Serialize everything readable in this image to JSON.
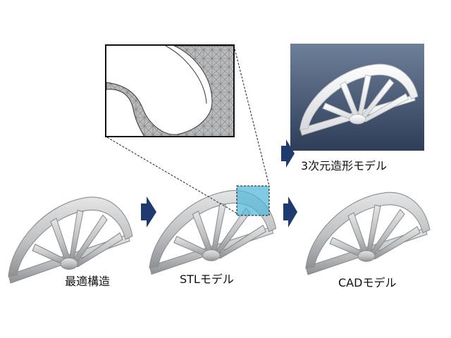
{
  "labels": {
    "optimal": "最適構造",
    "stl": "STLモデル",
    "cad": "CADモデル",
    "print": "3次元造形モデル"
  },
  "colors": {
    "arrow": "#1f3a6e",
    "model_gray": "#c4c6c8",
    "highlight": "#4cb4d8",
    "photo_bg": "#5a6f8c"
  },
  "icons": {
    "arrow": "right-arrow-icon"
  }
}
